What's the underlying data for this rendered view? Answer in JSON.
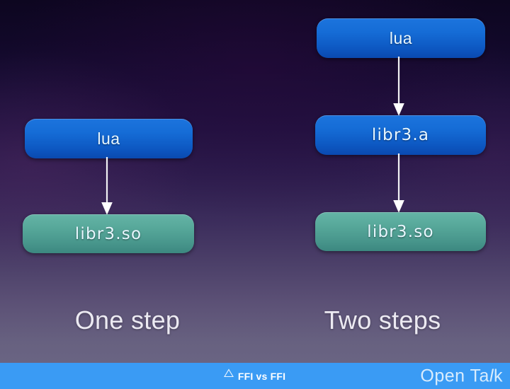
{
  "slide": {
    "background_top_color": "#0d0620",
    "background_bottom_color": "#6d6886",
    "accent_blue": "#1c74dd",
    "accent_teal": "#57a89a",
    "footer_blue": "#3a9bf4"
  },
  "left_column": {
    "caption": "One step",
    "nodes": [
      {
        "label": "lua",
        "kind": "blue"
      },
      {
        "label": "libr3.so",
        "kind": "teal"
      }
    ],
    "arrows": [
      {
        "from": "lua",
        "to": "libr3.so"
      }
    ]
  },
  "right_column": {
    "caption": "Two steps",
    "nodes": [
      {
        "label": "lua",
        "kind": "blue"
      },
      {
        "label": "libr3.a",
        "kind": "blue"
      },
      {
        "label": "libr3.so",
        "kind": "teal"
      }
    ],
    "arrows": [
      {
        "from": "lua",
        "to": "libr3.a"
      },
      {
        "from": "libr3.a",
        "to": "libr3.so"
      }
    ]
  },
  "footer": {
    "title": "FFI vs FFI",
    "logo_first": "Open Ta",
    "logo_slash": "l",
    "logo_last": "k"
  }
}
